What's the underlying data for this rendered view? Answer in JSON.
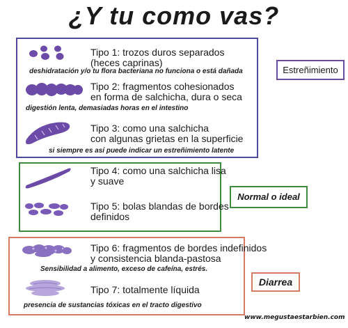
{
  "title": "¿Y tu como vas?",
  "types": [
    {
      "id": 1,
      "text": "Tipo 1: trozos duros separados\n(heces caprinas)",
      "note": "deshidratación y/o tu flora bacteriana no funciona  o está dañada"
    },
    {
      "id": 2,
      "text": "Tipo 2: fragmentos cohesionados\nen forma de salchicha, dura o seca",
      "note": "digestión lenta, demasiadas horas en el intestino"
    },
    {
      "id": 3,
      "text": "Tipo 3: como una salchicha\ncon algunas grietas en la superficie",
      "note": "si siempre es así puede indicar un estreñimiento latente"
    },
    {
      "id": 4,
      "text": "Tipo 4: como una salchicha lisa\ny suave",
      "note": ""
    },
    {
      "id": 5,
      "text": "Tipo 5: bolas blandas de bordes\ndefinidos",
      "note": ""
    },
    {
      "id": 6,
      "text": "Tipo 6: fragmentos de bordes indefinidos\ny consistencia blanda-pastosa",
      "note": "Sensibilidad a alimento, exceso de cafeína, estrés."
    },
    {
      "id": 7,
      "text": "Tipo 7: totalmente líquida",
      "note": "presencia de sustancias tóxicas en el tracto digestivo"
    }
  ],
  "categories": {
    "constipation": "Estreñimiento",
    "normal": "Normal o ideal",
    "diarrhea": "Diarrea"
  },
  "footer": "www.megustaestarbien.com",
  "colors": {
    "stool": "#6b4aa8",
    "constipation_border": "#4f4aa0",
    "normal_border": "#3e8a3e",
    "diarrhea_border": "#d77a64"
  }
}
